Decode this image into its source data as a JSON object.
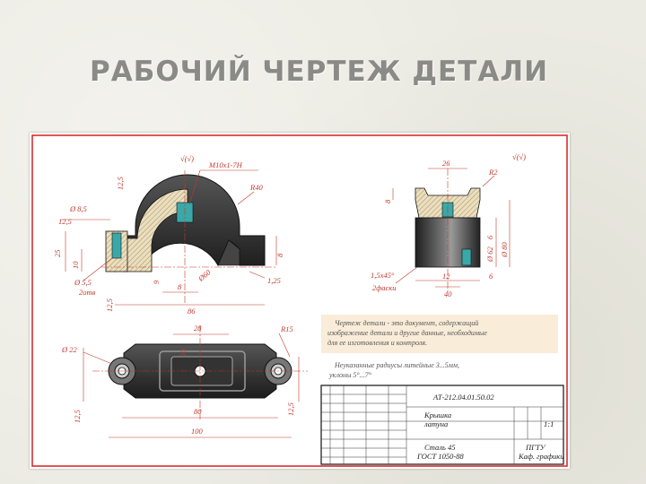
{
  "title": "РАБОЧИЙ ЧЕРТЕЖ ДЕТАЛИ",
  "colors": {
    "dimension": "#c0392b",
    "sheet_border": "#d42020",
    "note_bg": "#f9ecd8",
    "note_text": "#555555",
    "part_shade": "#2f2f2f",
    "hole": "#3aa8a8"
  },
  "drawing": {
    "labels": {
      "thread": "М10х1-7Н",
      "r40": "R40",
      "r2": "R2",
      "r15": "R15",
      "d85": "Ø 8,5",
      "d55": "Ø 5,5",
      "holes2": "2отв",
      "d22": "Ø 22",
      "d62": "Ø 62",
      "d80": "Ø 80",
      "d60": "Ø60",
      "chamfer": "1,5х45°",
      "chamfer_count": "2фаски",
      "rough": "√(√)"
    },
    "dims": {
      "d_125a": "12,5",
      "d_125b": "12,5",
      "d_125c": "12,5",
      "d_125d": "12,5",
      "d_25": "25",
      "d_20": "20",
      "d_10": "10",
      "d_9": "9",
      "d_8": "8",
      "d_8b": "8",
      "d_8c": "8",
      "d_86": "86",
      "d_125e": "1,25",
      "d_26": "26",
      "d_6": "6",
      "d_12": "12",
      "d_40": "40",
      "d_6b": "6",
      "d_28": "28",
      "d_80": "80",
      "d_100": "100",
      "d_125f": "12,5"
    }
  },
  "note": {
    "lines": [
      "Чертеж детали - это документ, содержащий",
      "изображение детали и другие данные, необходимые",
      "для ее изготовления и контроля."
    ],
    "radii_line1": "Неуказанные радиусы литейные 3...5мм,",
    "radii_line2": "уклоны 5°...7°"
  },
  "title_block": {
    "code": "АТ-212.04.01.50.02",
    "name_line1": "Крышка",
    "name_line2": "латуна",
    "scale": "1:1",
    "material_line1": "Сталь 45",
    "material_line2": "ГОСТ 1050-88",
    "org_line1": "ПГТУ",
    "org_line2": "Каф. графики"
  }
}
